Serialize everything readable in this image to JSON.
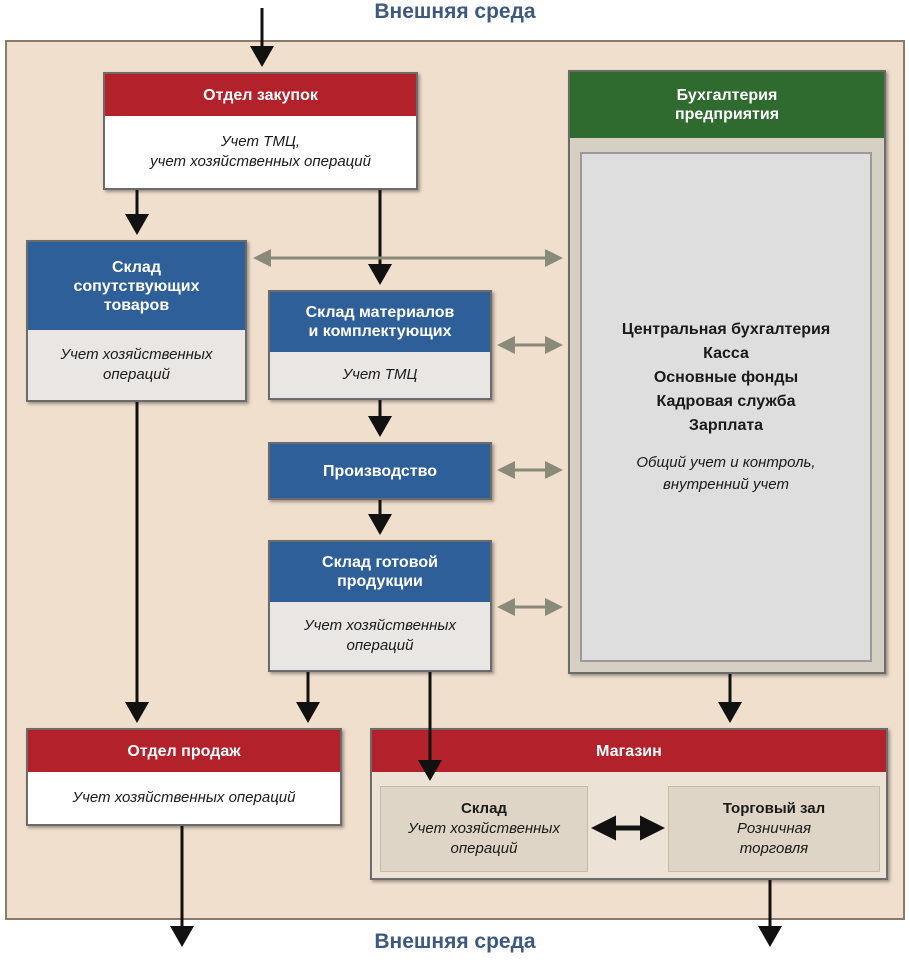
{
  "environment": {
    "top": "Внешняя среда",
    "bottom": "Внешняя среда"
  },
  "purchasing": {
    "title": "Отдел закупок",
    "text": "Учет ТМЦ,\nучет хозяйственных операций"
  },
  "accessory_warehouse": {
    "title": "Склад\nсопутствующих\nтоваров",
    "text": "Учет хозяйственных\nопераций"
  },
  "materials_warehouse": {
    "title": "Склад материалов\nи комплектующих",
    "text": "Учет ТМЦ"
  },
  "production": {
    "title": "Производство"
  },
  "finished_goods_warehouse": {
    "title": "Склад готовой\nпродукции",
    "text": "Учет хозяйственных\nопераций"
  },
  "accounting": {
    "title": "Бухгалтерия\nпредприятия",
    "items": [
      "Центральная бухгалтерия",
      "Касса",
      "Основные фонды",
      "Кадровая служба",
      "Зарплата"
    ],
    "note": "Общий учет и контроль,\nвнутренний учет"
  },
  "sales": {
    "title": "Отдел продаж",
    "text": "Учет хозяйственных операций"
  },
  "store": {
    "title": "Магазин",
    "warehouse_title": "Склад",
    "warehouse_text": "Учет хозяйственных\nопераций",
    "hall_title": "Торговый зал",
    "hall_text": "Розничная\nторговля"
  },
  "colors": {
    "red": "#b3212b",
    "blue": "#2e5f99",
    "green": "#2f6b2f",
    "background": "#f0dfcd"
  }
}
